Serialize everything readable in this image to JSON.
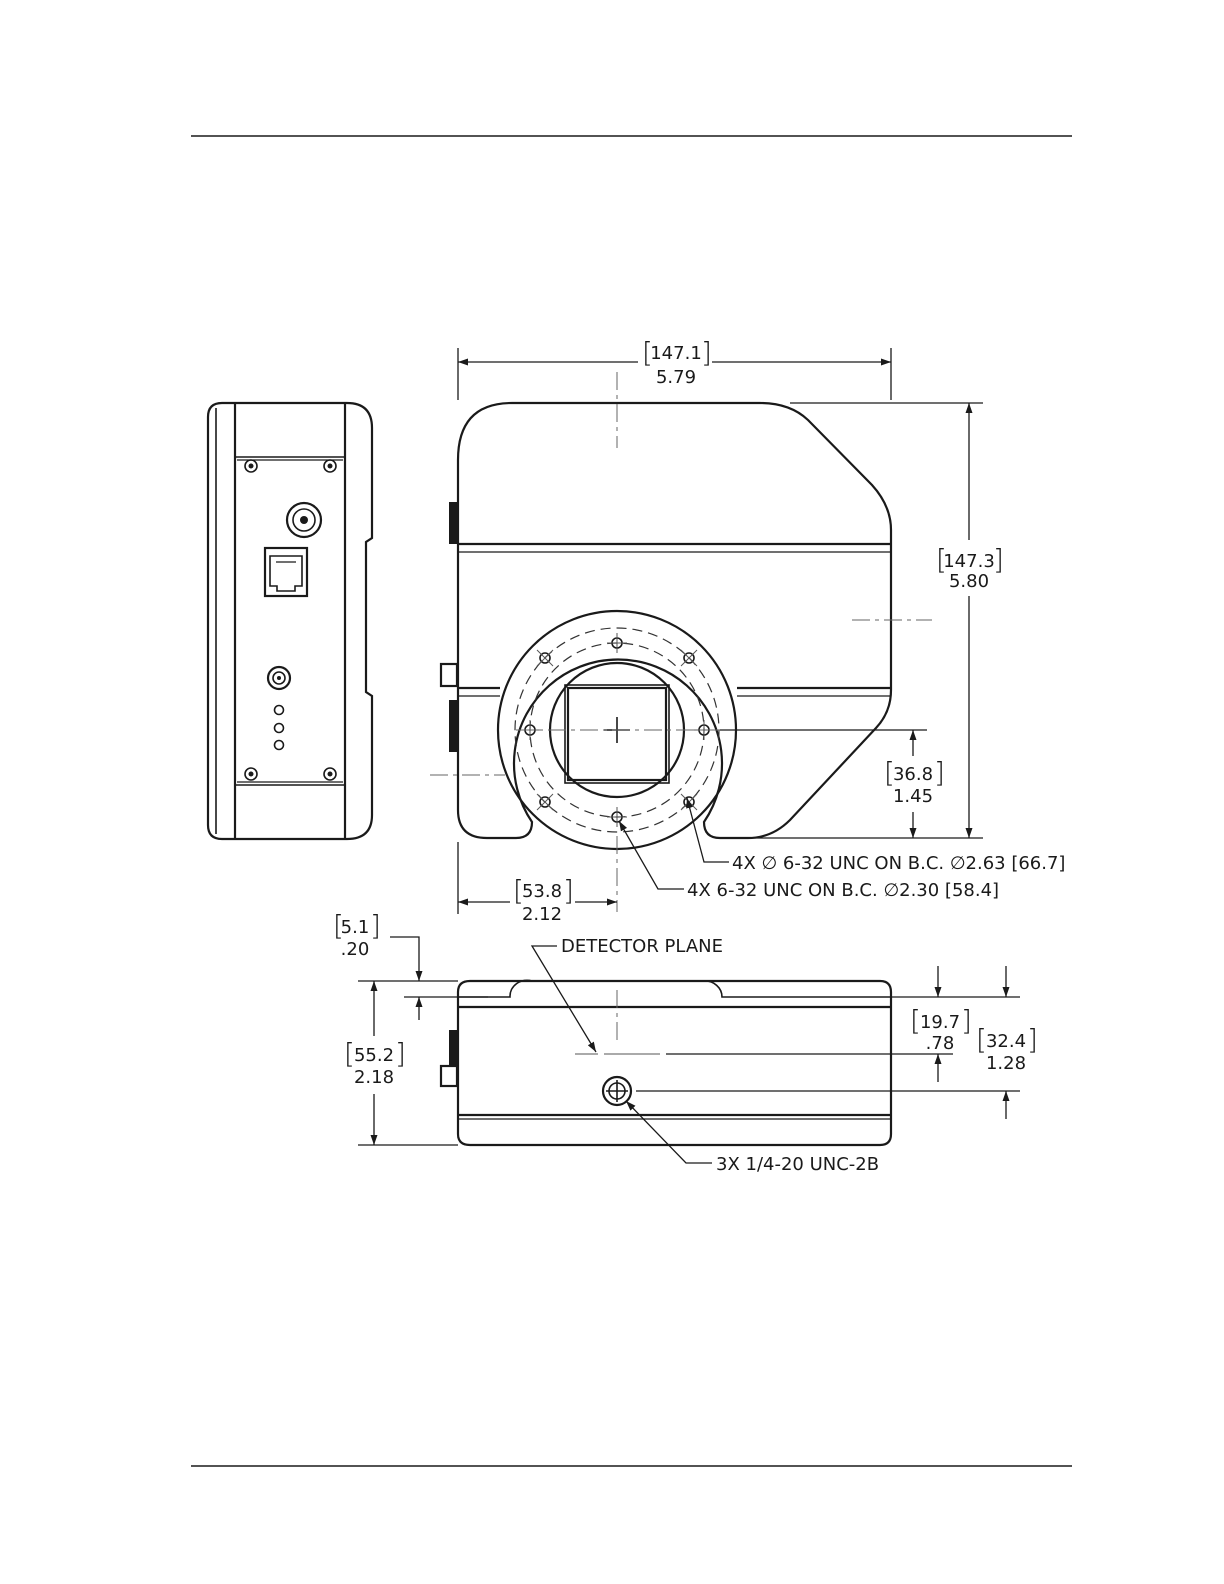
{
  "dimensions": {
    "top_width_mm": "147.1",
    "top_width_in": "5.79",
    "height_mm": "147.3",
    "height_in": "5.80",
    "center_height_mm": "36.8",
    "center_height_in": "1.45",
    "center_offset_mm": "53.8",
    "center_offset_in": "2.12",
    "lip_mm": "5.1",
    "lip_in": ".20",
    "depth_mm": "55.2",
    "depth_in": "2.18",
    "detector_plane_mm": "19.7",
    "detector_plane_in": ".78",
    "mount_hole_mm": "32.4",
    "mount_hole_in": "1.28"
  },
  "callouts": {
    "outer_bolt_circle": "4X ∅ 6-32 UNC  ON B.C. ∅2.63 [66.7]",
    "inner_bolt_circle": "4X 6-32 UNC  ON B.C. ∅2.30 [58.4]",
    "detector_plane": "DETECTOR PLANE",
    "mounting_holes": "3X 1/4-20 UNC-2B"
  }
}
